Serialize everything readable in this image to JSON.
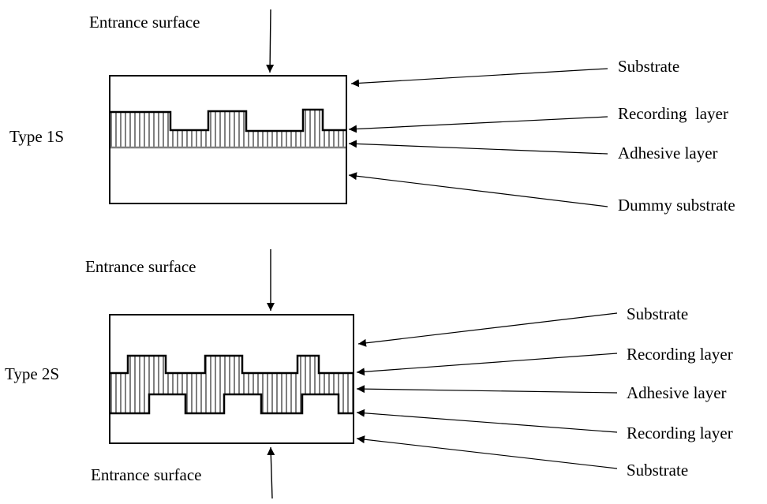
{
  "type1": {
    "type_label": "Type 1S",
    "entrance_top": "Entrance surface",
    "labels": {
      "substrate": "Substrate",
      "recording_layer": "Recording  layer",
      "adhesive_layer": "Adhesive layer",
      "dummy_substrate": "Dummy substrate"
    }
  },
  "type2": {
    "type_label": "Type 2S",
    "entrance_top": "Entrance surface",
    "entrance_bottom": "Entrance surface",
    "labels": {
      "substrate_top": "Substrate",
      "recording_layer_top": "Recording layer",
      "adhesive_layer": "Adhesive layer",
      "recording_layer_bottom": "Recording layer",
      "substrate_bottom": "Substrate"
    }
  },
  "colors": {
    "line": "#000000",
    "adhesive": "#808080",
    "background": "#ffffff"
  }
}
